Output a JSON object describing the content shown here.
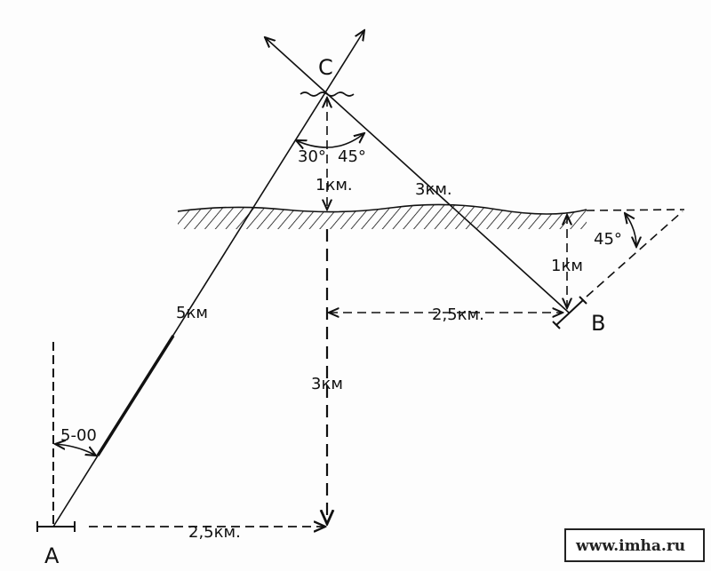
{
  "points": {
    "a": "A",
    "b": "B",
    "c": "C"
  },
  "labels": {
    "angle_30": "30°",
    "angle_45_c": "45°",
    "dist_c_ground": "1км.",
    "dist_c_b": "3км.",
    "dist_a_c": "5км",
    "dist_horizontal_b": "2,5км.",
    "dist_b_ground": "1км",
    "angle_45_b": "45°",
    "dist_vertical": "3км",
    "azimuth_a": "5-00",
    "dist_horizontal_a": "2,5км."
  },
  "watermark": "www.imha.ru",
  "colors": {
    "ink": "#111111"
  }
}
